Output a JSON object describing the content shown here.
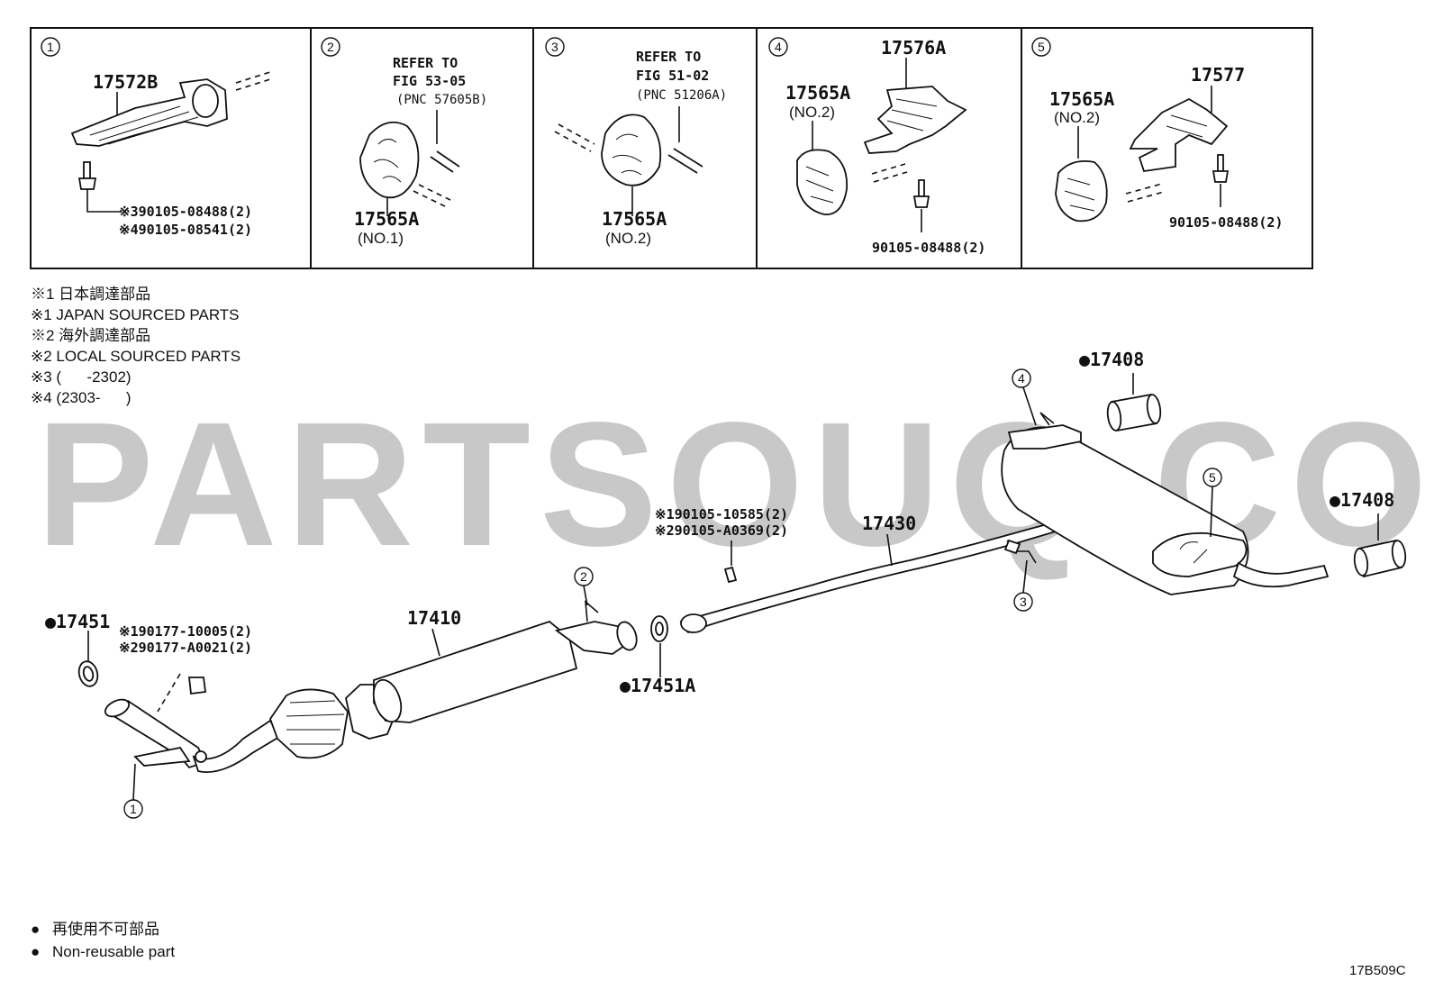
{
  "watermark": "PARTSOUQ.COM",
  "diagram_code": "17B509C",
  "detail_panels": [
    {
      "number": "1",
      "part": "17572B",
      "fasteners": [
        "※390105-08488(2)",
        "※490105-08541(2)"
      ]
    },
    {
      "number": "2",
      "refer_line1": "REFER TO",
      "refer_line2": "FIG 53-05",
      "refer_pnc": "(PNC 57605B)",
      "part": "17565A",
      "part_sub": "(NO.1)"
    },
    {
      "number": "3",
      "refer_line1": "REFER TO",
      "refer_line2": "FIG 51-02",
      "refer_pnc": "(PNC 51206A)",
      "part": "17565A",
      "part_sub": "(NO.2)"
    },
    {
      "number": "4",
      "part_a": "17576A",
      "part_b": "17565A",
      "part_b_sub": "(NO.2)",
      "fastener": "90105-08488(2)"
    },
    {
      "number": "5",
      "part_a": "17577",
      "part_b": "17565A",
      "part_b_sub": "(NO.2)",
      "fastener": "90105-08488(2)"
    }
  ],
  "notes": [
    "※1 日本調達部品",
    "※1 JAPAN SOURCED PARTS",
    "※2 海外調達部品",
    "※2 LOCAL SOURCED PARTS",
    "※3 (      -2302)",
    "※4 (2303-      )"
  ],
  "main_labels": {
    "gasket_front": "●17451",
    "nut_1": "※190177-10005(2)",
    "nut_2": "※290177-A0021(2)",
    "front_pipe": "17410",
    "gasket_mid": "●17451A",
    "bolt_1": "※190105-10585(2)",
    "bolt_2": "※290105-A0369(2)",
    "center_pipe": "17430",
    "tail_gasket_top": "●17408",
    "tail_gasket_right": "●17408"
  },
  "callouts": [
    "1",
    "2",
    "3",
    "4",
    "5"
  ],
  "legend": [
    {
      "symbol": "●",
      "text": "再使用不可部品"
    },
    {
      "symbol": "●",
      "text": "Non-reusable part"
    }
  ]
}
